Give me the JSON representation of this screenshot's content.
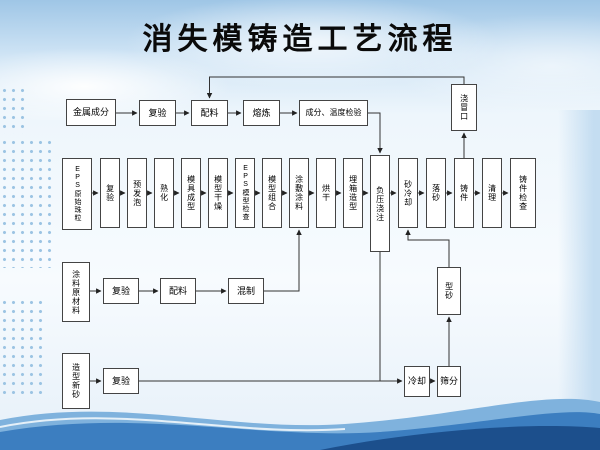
{
  "slide": {
    "title": "消失模铸造工艺流程"
  },
  "nodes": {
    "metal_composition": "金属成分",
    "metal_recheck": "复验",
    "metal_batching": "配料",
    "melting": "熔炼",
    "comp_temp_check": "成分、温度检验",
    "gate_riser": "浇冒口",
    "eps_beads": "EPS原始珠粒",
    "eps_recheck": "复验",
    "pre_foaming": "预发泡",
    "curing": "熟化",
    "mold_forming": "模具成型",
    "pattern_drying": "模型干燥",
    "eps_pattern_check": "EPS模型检查",
    "pattern_assembly": "模型组合",
    "coating_apply": "涂敷涂料",
    "baking": "烘干",
    "box_molding": "埋箱造型",
    "vacuum_pouring": "负压浇注",
    "sand_cooling": "砂冷却",
    "shakeout": "落砂",
    "casting": "铸件",
    "cleaning": "清理",
    "casting_check": "铸件检查",
    "coating_materials": "涂料原材料",
    "coating_recheck": "复验",
    "coating_batching": "配料",
    "mixing": "混制",
    "new_molding_sand": "造型新砂",
    "sand_recheck": "复验",
    "cooling": "冷却",
    "sieving": "筛分",
    "molding_sand": "型砂"
  }
}
